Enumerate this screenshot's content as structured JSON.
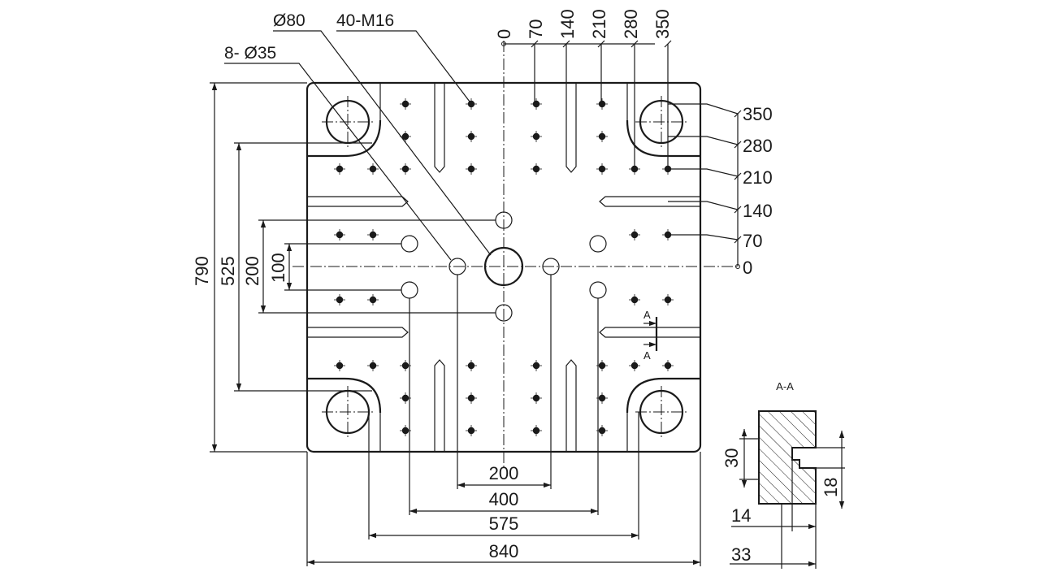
{
  "callouts": {
    "large_hole": "Ø80",
    "tapped_holes": "40-M16",
    "tie_bar_holes": "8- Ø35"
  },
  "top_coordinates": [
    "0",
    "70",
    "140",
    "210",
    "280",
    "350"
  ],
  "right_coordinates": [
    "350",
    "280",
    "210",
    "140",
    "70",
    "0"
  ],
  "left_dimensions": [
    "790",
    "525",
    "200",
    "100"
  ],
  "bottom_dimensions": [
    "200",
    "400",
    "575",
    "840"
  ],
  "section": {
    "title": "A-A",
    "marker": "A",
    "dims": [
      "30",
      "18",
      "14",
      "33"
    ]
  }
}
